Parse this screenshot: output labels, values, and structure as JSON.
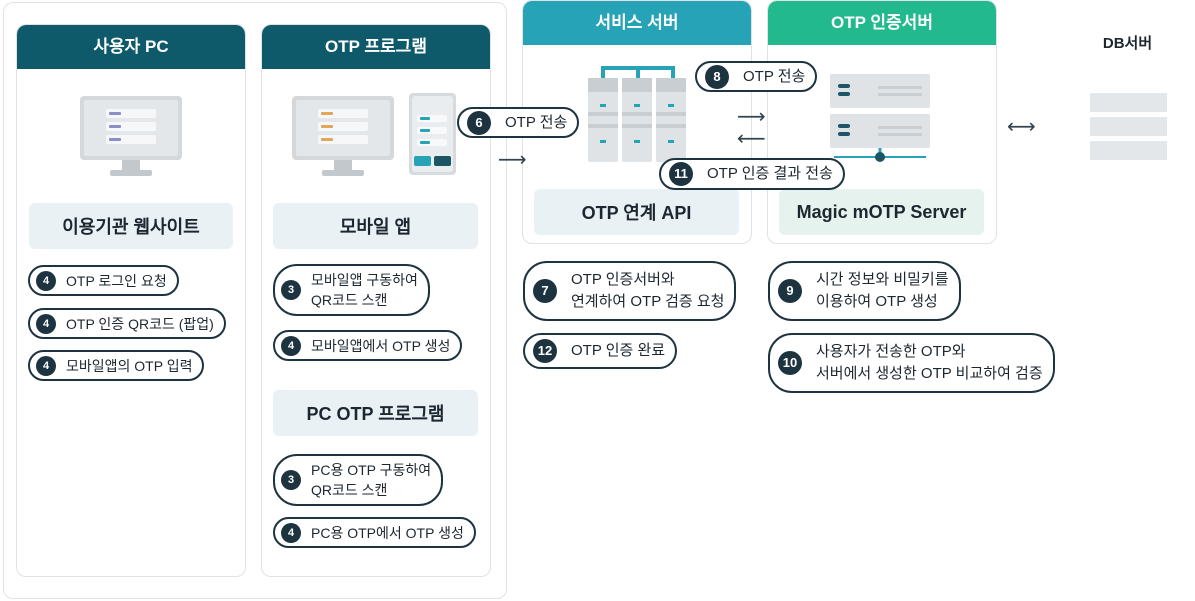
{
  "sections": {
    "user_pc": {
      "title": "사용자 PC",
      "label": "이용기관 웹사이트",
      "steps": [
        {
          "num": "4",
          "text": "OTP 로그인 요청"
        },
        {
          "num": "4",
          "text": "OTP 인증 QR코드 (팝업)"
        },
        {
          "num": "4",
          "text": "모바일앱의 OTP 입력"
        }
      ]
    },
    "otp_program": {
      "title": "OTP 프로그램",
      "mobile_label": "모바일 앱",
      "mobile_steps": [
        {
          "num": "3",
          "text": "모바일앱 구동하여\nQR코드 스캔"
        },
        {
          "num": "4",
          "text": "모바일앱에서 OTP 생성"
        }
      ],
      "pc_label": "PC OTP 프로그램",
      "pc_steps": [
        {
          "num": "3",
          "text": "PC용 OTP 구동하여\nQR코드 스캔"
        },
        {
          "num": "4",
          "text": "PC용 OTP에서 OTP 생성"
        }
      ]
    },
    "service_server": {
      "title": "서비스 서버",
      "label": "OTP 연계 API",
      "steps": [
        {
          "num": "7",
          "text": "OTP 인증서버와\n연계하여 OTP 검증 요청"
        },
        {
          "num": "12",
          "text": "OTP 인증 완료"
        }
      ]
    },
    "otp_auth_server": {
      "title": "OTP 인증서버",
      "label": "Magic mOTP Server",
      "steps": [
        {
          "num": "9",
          "text": "시간 정보와 비밀키를\n이용하여 OTP 생성"
        },
        {
          "num": "10",
          "text": "사용자가 전송한 OTP와\n서버에서 생성한 OTP 비교하여 검증"
        }
      ]
    },
    "db_server": {
      "title": "DB서버"
    }
  },
  "flows": {
    "step6": {
      "num": "6",
      "text": "OTP 전송"
    },
    "step8": {
      "num": "8",
      "text": "OTP 전송"
    },
    "step11": {
      "num": "11",
      "text": "OTP 인증 결과 전송"
    }
  },
  "arrows": {
    "right": "⟶",
    "left": "⟵",
    "both": "⟷"
  },
  "colors": {
    "dark_teal": "#0e5a6a",
    "service_teal": "#26a3b7",
    "auth_green": "#22b98f",
    "badge": "#1d3440",
    "label_bg": "#e9f1f4",
    "auth_label_bg": "#e6f2ee"
  }
}
